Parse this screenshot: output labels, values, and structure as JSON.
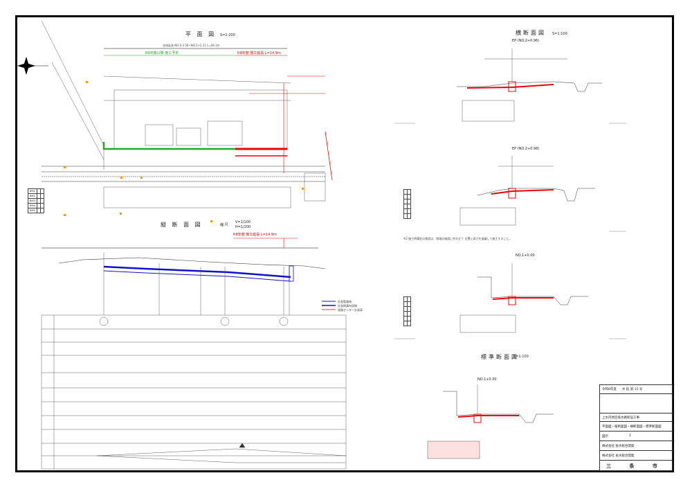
{
  "titles": {
    "plan": "平 面 図",
    "plan_scale": "S=1:200",
    "profile": "縦 断 面 図",
    "profile_scale_label": "縮 尺",
    "profile_scale_v": "V=1/100",
    "profile_scale_h": "H=1/200",
    "cross": "横断面図",
    "cross_scale": "S=1:100",
    "standard": "標準断面図",
    "standard_scale": "S=1:100"
  },
  "plan": {
    "total_length": "全体延長 NO.0-3.56~NO.2+2.11 L=46.1m",
    "green_label": "R9年度以降 施工予定",
    "red_label": "R8年度 施工延長 L=14.9m"
  },
  "profile": {
    "red_label": "R8年度 施工延長 L=14.9m",
    "legend": [
      "計画管路線",
      "計画側溝布設線",
      "道路センター計画高"
    ]
  },
  "sections": [
    {
      "label": "EP (NO.2+0.96)"
    },
    {
      "label": "EP (NO.2+0.98)"
    },
    {
      "label": "NO.1+0.00"
    },
    {
      "label": "NO.1+0.00"
    }
  ],
  "note": "※2 施工時電柱の移設は、地域の施設に合わせて 位置と高さを協議して施工すること。",
  "title_block": {
    "year": "令和8年度",
    "work_no": "水 処 第 15 号",
    "project": "上水内地区排水路新設工事",
    "drawing": "平面図・縦断面図・横断面図・標準断面図",
    "scale": "図示",
    "sheet": "1",
    "company1": "株式会社 長水総合開発",
    "company2": "株式会社 長水総合開発",
    "city": "三 条 市"
  },
  "colors": {
    "red": "#e00000",
    "green": "#22aa22",
    "blue": "#1a1acc"
  }
}
